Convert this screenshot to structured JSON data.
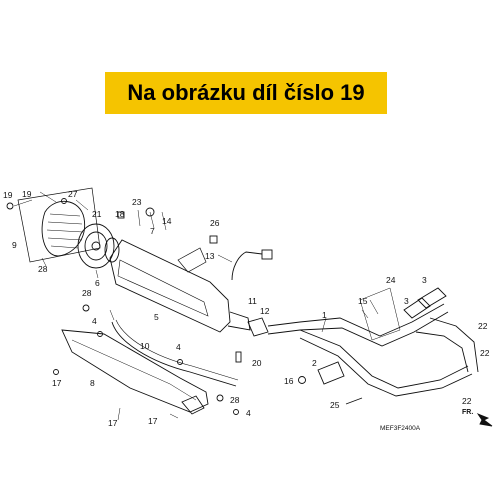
{
  "banner": {
    "text": "Na obrázku díl číslo 19",
    "color": "#f5c400"
  },
  "diagram": {
    "drawing_code": "MEF3F2400A",
    "direction_label": "FR.",
    "callouts": [
      {
        "id": "c19",
        "label": "19"
      },
      {
        "id": "c27",
        "label": "27"
      },
      {
        "id": "c21",
        "label": "21"
      },
      {
        "id": "c19b",
        "label": "19"
      },
      {
        "id": "c9",
        "label": "9"
      },
      {
        "id": "c28",
        "label": "28"
      },
      {
        "id": "c6",
        "label": "6"
      },
      {
        "id": "c23",
        "label": "23"
      },
      {
        "id": "c18",
        "label": "18"
      },
      {
        "id": "c14",
        "label": "14"
      },
      {
        "id": "c7",
        "label": "7"
      },
      {
        "id": "c26",
        "label": "26"
      },
      {
        "id": "c13",
        "label": "13"
      },
      {
        "id": "c5",
        "label": "5"
      },
      {
        "id": "c28b",
        "label": "28"
      },
      {
        "id": "c4",
        "label": "4"
      },
      {
        "id": "c11",
        "label": "11"
      },
      {
        "id": "c12",
        "label": "12"
      },
      {
        "id": "c1",
        "label": "1"
      },
      {
        "id": "c24",
        "label": "24"
      },
      {
        "id": "c3",
        "label": "3"
      },
      {
        "id": "c15",
        "label": "15"
      },
      {
        "id": "c3b",
        "label": "3"
      },
      {
        "id": "c22",
        "label": "22"
      },
      {
        "id": "c22b",
        "label": "22"
      },
      {
        "id": "c22c",
        "label": "22"
      },
      {
        "id": "c2",
        "label": "2"
      },
      {
        "id": "c16",
        "label": "16"
      },
      {
        "id": "c25",
        "label": "25"
      },
      {
        "id": "c10",
        "label": "10"
      },
      {
        "id": "c4b",
        "label": "4"
      },
      {
        "id": "c20",
        "label": "20"
      },
      {
        "id": "c17",
        "label": "17"
      },
      {
        "id": "c8",
        "label": "8"
      },
      {
        "id": "c17b",
        "label": "17"
      },
      {
        "id": "c28c",
        "label": "28"
      },
      {
        "id": "c17c",
        "label": "17"
      },
      {
        "id": "c4c",
        "label": "4"
      }
    ]
  }
}
